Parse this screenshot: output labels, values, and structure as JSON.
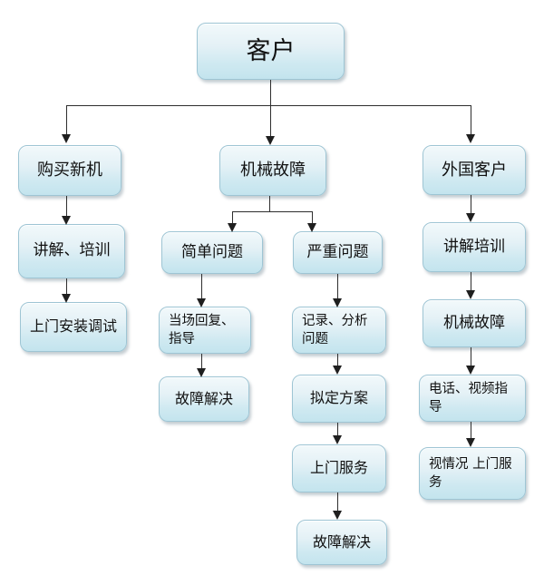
{
  "diagram": {
    "type": "flowchart",
    "language": "zh-CN",
    "background_color": "#ffffff",
    "node_fill_top": "#f2f9fb",
    "node_fill_bottom": "#c3e4ee",
    "node_border_color": "#9ec5d4",
    "connector_color": "#2e2e2e",
    "text_color": "#111111"
  },
  "nodes": {
    "customer": {
      "label": "客户"
    },
    "buy_new": {
      "label": "购买新机"
    },
    "mech_fault": {
      "label": "机械故障"
    },
    "foreign": {
      "label": "外国客户"
    },
    "explain_train_left": {
      "label": "讲解、培训"
    },
    "onsite_install": {
      "label": "上门安装调试"
    },
    "simple_problem": {
      "label": "简单问题"
    },
    "serious_problem": {
      "label": "严重问题"
    },
    "onsite_reply": {
      "label": "当场回复、指导"
    },
    "fault_solved_1": {
      "label": "故障解决"
    },
    "record_analyze": {
      "label": "记录、分析问题"
    },
    "draft_plan": {
      "label": "拟定方案"
    },
    "onsite_service": {
      "label": "上门服务"
    },
    "fault_solved_2": {
      "label": "故障解决"
    },
    "explain_train_right": {
      "label": "讲解培训"
    },
    "mech_fault_right": {
      "label": "机械故障"
    },
    "phone_video": {
      "label": "电话、视频指导"
    },
    "onsite_depends": {
      "label": "视情况 上门服务"
    }
  },
  "edges": [
    {
      "from": "customer",
      "to": "buy_new"
    },
    {
      "from": "customer",
      "to": "mech_fault"
    },
    {
      "from": "customer",
      "to": "foreign"
    },
    {
      "from": "buy_new",
      "to": "explain_train_left"
    },
    {
      "from": "explain_train_left",
      "to": "onsite_install"
    },
    {
      "from": "mech_fault",
      "to": "simple_problem"
    },
    {
      "from": "mech_fault",
      "to": "serious_problem"
    },
    {
      "from": "simple_problem",
      "to": "onsite_reply"
    },
    {
      "from": "onsite_reply",
      "to": "fault_solved_1"
    },
    {
      "from": "serious_problem",
      "to": "record_analyze"
    },
    {
      "from": "record_analyze",
      "to": "draft_plan"
    },
    {
      "from": "draft_plan",
      "to": "onsite_service"
    },
    {
      "from": "onsite_service",
      "to": "fault_solved_2"
    },
    {
      "from": "foreign",
      "to": "explain_train_right"
    },
    {
      "from": "explain_train_right",
      "to": "mech_fault_right"
    },
    {
      "from": "mech_fault_right",
      "to": "phone_video"
    },
    {
      "from": "phone_video",
      "to": "onsite_depends"
    }
  ]
}
